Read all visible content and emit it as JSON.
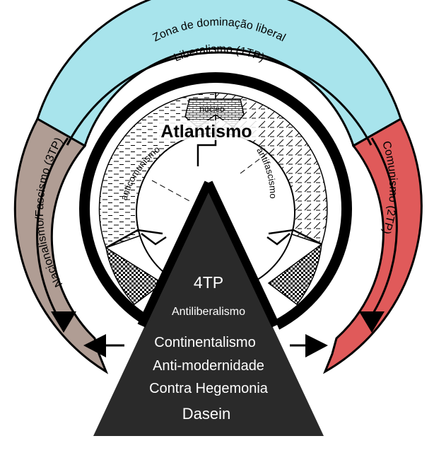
{
  "colors": {
    "liberal_zone": "#a8e4ec",
    "communism": "#e05a5a",
    "fascism": "#b09d94",
    "core_black": "#000000",
    "pyramid": "#2a2a2a",
    "text_light": "#ffffff",
    "text_dark": "#000000"
  },
  "outer_ring": {
    "label": "Zona de dominação liberal"
  },
  "first_theory": {
    "label": "Liberalismo (1TP)"
  },
  "second_theory": {
    "label": "Comunismo (2TP)"
  },
  "third_theory": {
    "label": "Nacionalismo/Fascismo (3TP)"
  },
  "core": {
    "title": "Atlantismo",
    "nucleus": "núcleo",
    "left_arc": "anticomunismo",
    "right_arc": "antifascismo"
  },
  "pyramid": {
    "title": "4TP",
    "subtitle": "Antiliberalismo",
    "line1": "Continentalismo",
    "line2": "Anti-modernidade",
    "line3": "Contra Hegemonia",
    "base": "Dasein"
  }
}
